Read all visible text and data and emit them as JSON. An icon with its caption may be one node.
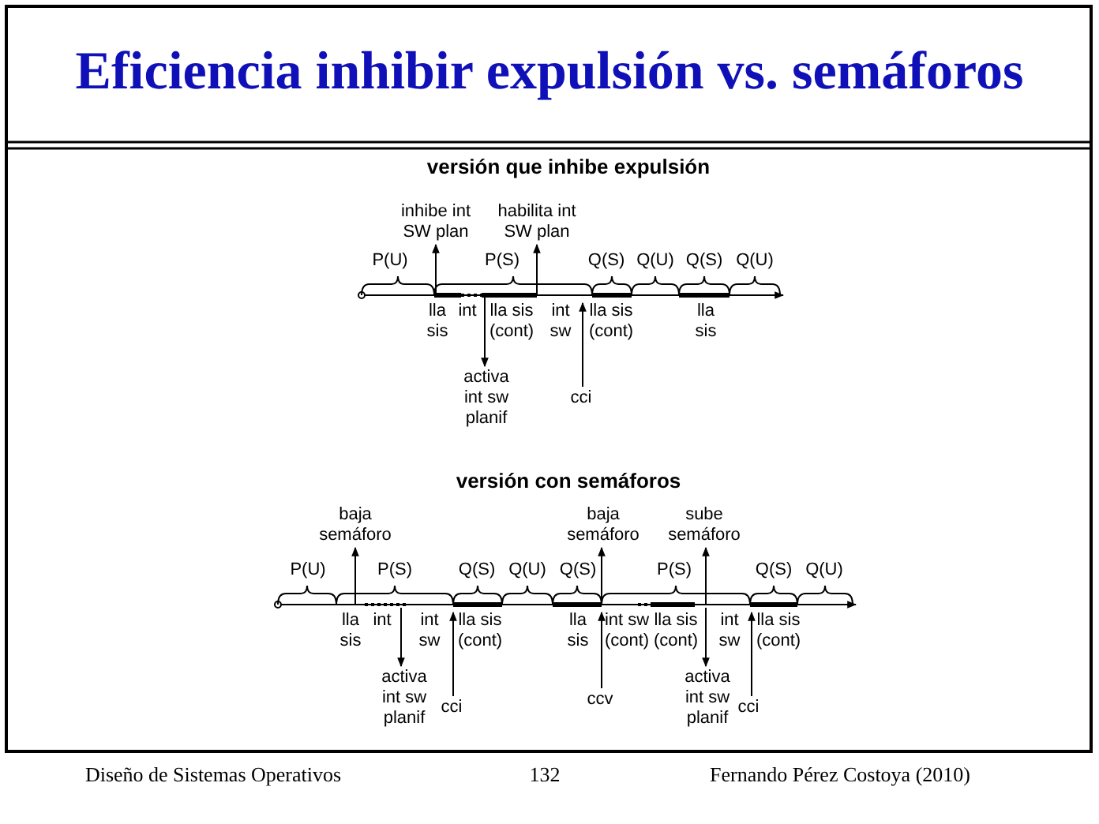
{
  "diagram": {
    "title": "Eficiencia inhibir expulsión vs. semáforos",
    "nodes": [
      {
        "text": [
          "inhibe int SW plan"
        ]
      },
      {
        "text": [
          "habilita int SW plan"
        ]
      },
      {
        "text": [
          "activa int sw planif"
        ]
      },
      {
        "text": [
          "cci"
        ]
      },
      {
        "text": [
          "baja semáforo"
        ]
      },
      {
        "text": [
          "activa int sw planif"
        ]
      },
      {
        "text": [
          "cci"
        ]
      },
      {
        "text": [
          "baja semáforo"
        ]
      },
      {
        "text": [
          "ccv"
        ]
      },
      {
        "text": [
          "sube semáforo"
        ]
      },
      {
        "text": [
          "activa int sw planif"
        ]
      },
      {
        "text": [
          "cci"
        ]
      },
      {
        "text": [],
        "shape": "bar"
      },
      {
        "text": [],
        "shape": "bar"
      }
    ],
    "edges": [
      {
        "from": 12,
        "to": 0,
        "arrow": "to"
      },
      {
        "from": 12,
        "to": 1,
        "arrow": "to"
      },
      {
        "from": 12,
        "to": 2,
        "arrow": "to"
      },
      {
        "from": 3,
        "to": 12,
        "arrow": "to"
      },
      {
        "from": 13,
        "to": 4,
        "arrow": "to"
      },
      {
        "from": 13,
        "to": 5,
        "arrow": "to"
      },
      {
        "from": 6,
        "to": 13,
        "arrow": "to"
      },
      {
        "from": 13,
        "to": 7,
        "arrow": "to"
      },
      {
        "from": 8,
        "to": 13,
        "arrow": "to"
      },
      {
        "from": 13,
        "to": 9,
        "arrow": "to"
      },
      {
        "from": 13,
        "to": 10,
        "arrow": "to"
      },
      {
        "from": 11,
        "to": 13,
        "arrow": "to"
      }
    ],
    "labels": [
      "versión que inhibe expulsión",
      "P(U)",
      "P(S)",
      "Q(S)",
      "Q(U)",
      "Q(S)",
      "Q(U)",
      "lla sis",
      "int",
      "lla sis (cont)",
      "int sw",
      "lla sis (cont)",
      "lla sis",
      "versión con semáforos",
      "P(U)",
      "P(S)",
      "Q(S)",
      "Q(U)",
      "Q(S)",
      "P(S)",
      "Q(S)",
      "Q(U)",
      "lla sis",
      "int",
      "int sw",
      "lla sis (cont)",
      "lla sis",
      "int sw (cont)",
      "lla sis (cont)",
      "int sw",
      "lla sis (cont)",
      "Diseño de Sistemas Operativos",
      "132",
      "Fernando Pérez Costoya (2010)"
    ]
  }
}
